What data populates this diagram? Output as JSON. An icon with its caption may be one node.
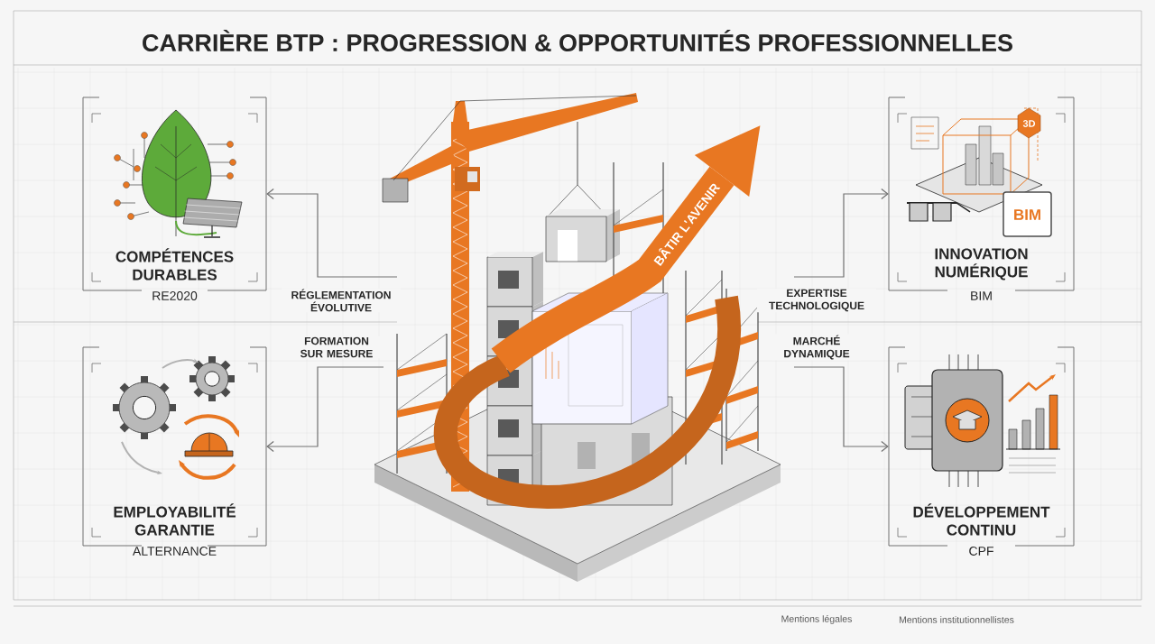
{
  "diagram": {
    "title": "CARRIÈRE BTP : PROGRESSION & OPPORTUNITÉS PROFESSIONNELLES",
    "nodes": [
      {
        "text": [
          "BÂTIR L'AVENIR"
        ]
      },
      {
        "text": [
          "COMPÉTENCES DURABLES",
          "RE2020"
        ]
      },
      {
        "text": [
          "INNOVATION NUMÉRIQUE",
          "BIM"
        ]
      },
      {
        "text": [
          "EMPLOYABILITÉ GARANTIE",
          "ALTERNANCE"
        ]
      },
      {
        "text": [
          "DÉVELOPPEMENT CONTINU",
          "CPF"
        ]
      }
    ],
    "edges": [
      {
        "from": null,
        "to": 1,
        "arrow": "to",
        "label": "RÉGLEMENTATION ÉVOLUTIVE"
      },
      {
        "from": null,
        "to": 3,
        "arrow": "to",
        "label": "FORMATION SUR MESURE"
      },
      {
        "from": null,
        "to": 2,
        "arrow": "to",
        "label": "EXPERTISE TECHNOLOGIQUE"
      },
      {
        "from": null,
        "to": 4,
        "arrow": "to",
        "label": "MARCHÉ DYNAMIQUE"
      }
    ],
    "labels": [
      "3D",
      "BIM",
      "Mentions légales",
      "Mentions institutionnellistes"
    ]
  }
}
